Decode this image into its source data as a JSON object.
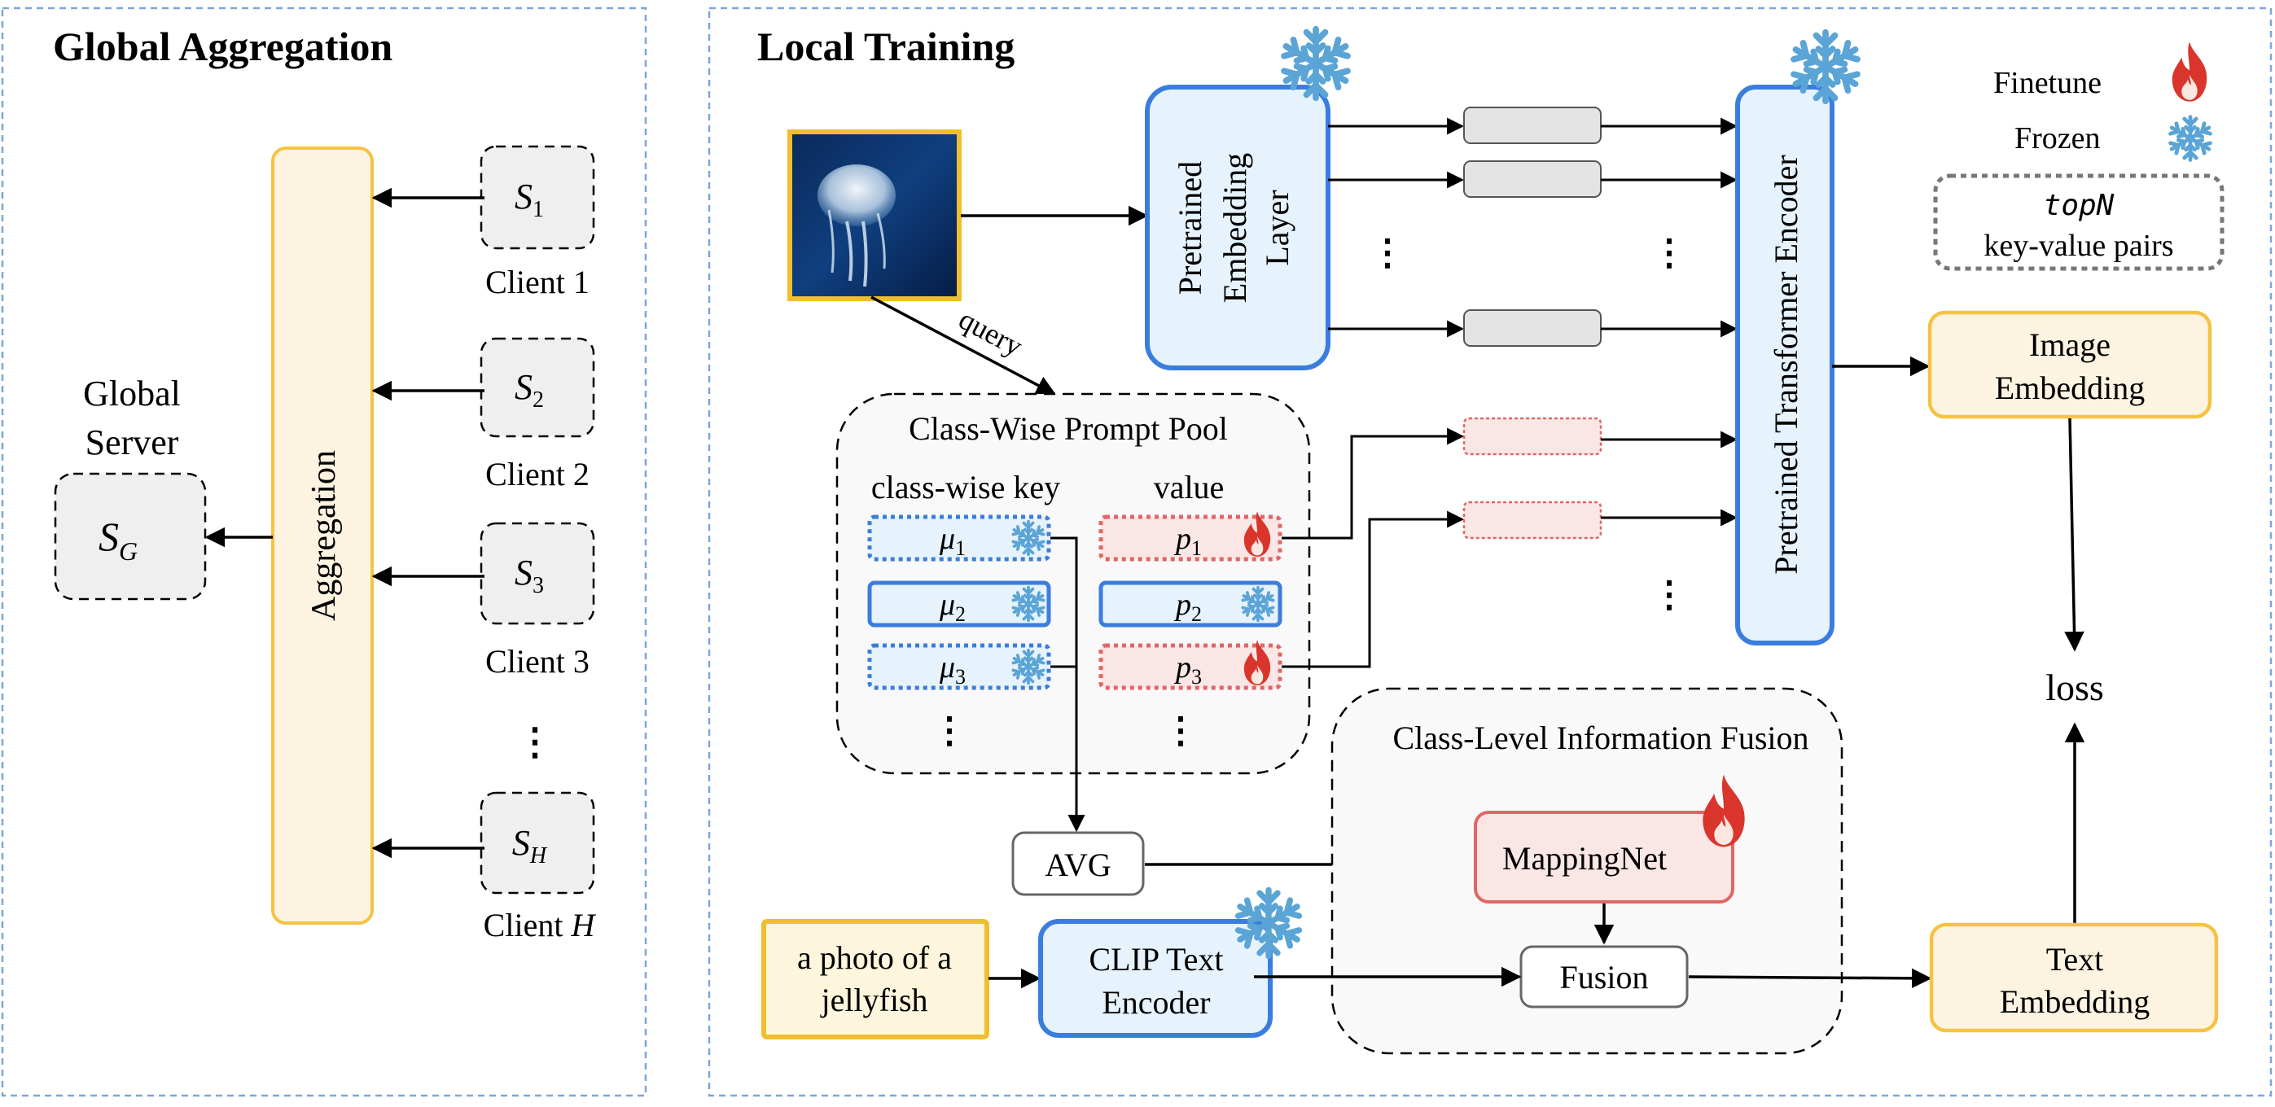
{
  "left_panel": {
    "title": "Global Aggregation",
    "global_server_label_1": "Global",
    "global_server_label_2": "Server",
    "server_symbol": "S",
    "server_subscript": "G",
    "aggregation_label": "Aggregation",
    "clients": [
      {
        "symbol": "S",
        "subscript": "1",
        "label": "Client 1"
      },
      {
        "symbol": "S",
        "subscript": "2",
        "label": "Client 2"
      },
      {
        "symbol": "S",
        "subscript": "3",
        "label": "Client 3"
      },
      {
        "symbol": "S",
        "subscript": "H",
        "label_prefix": "Client ",
        "label_italic": "H"
      }
    ],
    "ellipsis": "⋮"
  },
  "right_panel": {
    "title": "Local Training",
    "embedding_layer": [
      "Pretrained",
      "Embedding",
      "Layer"
    ],
    "encoder_label": "Pretrained Transformer Encoder",
    "query_label": "query",
    "pool_title": "Class-Wise Prompt Pool",
    "key_header": "class-wise key",
    "value_header": "value",
    "keys": [
      {
        "symbol": "μ",
        "subscript": "1",
        "state": "frozen",
        "selected": true
      },
      {
        "symbol": "μ",
        "subscript": "2",
        "state": "frozen",
        "selected": false
      },
      {
        "symbol": "μ",
        "subscript": "3",
        "state": "frozen",
        "selected": true
      }
    ],
    "values": [
      {
        "symbol": "p",
        "subscript": "1",
        "state": "finetune",
        "selected": true
      },
      {
        "symbol": "p",
        "subscript": "2",
        "state": "frozen",
        "selected": false
      },
      {
        "symbol": "p",
        "subscript": "3",
        "state": "finetune",
        "selected": true
      }
    ],
    "avg_label": "AVG",
    "fusion_group_title": "Class-Level Information Fusion",
    "mappingnet_label": "MappingNet",
    "fusion_label": "Fusion",
    "text_input": [
      "a photo of a",
      "jellyfish"
    ],
    "clip_encoder": [
      "CLIP Text",
      "Encoder"
    ],
    "image_embedding": [
      "Image",
      "Embedding"
    ],
    "text_embedding": [
      "Text",
      "Embedding"
    ],
    "loss_label": "loss",
    "ellipsis": "⋮"
  },
  "legend": {
    "finetune_label": "Finetune",
    "frozen_label": "Frozen",
    "topn_label": "topN",
    "topn_sublabel": "key-value pairs"
  },
  "colors": {
    "panel_border": "#7ea6d8",
    "frozen_blue": "#3b7ddd",
    "frozen_fill": "#e6f2fc",
    "finetune_red": "#e06666",
    "finetune_fill": "#fbe6e6",
    "aggregation_orange": "#f5c343",
    "aggregation_fill": "#fdf3e1",
    "text_input_fill": "#fdf6dc",
    "text_input_border": "#f0be2f",
    "token_gray": "#e4e4e4",
    "box_gray": "#efefef",
    "snowflake": "#5ba4d6",
    "flame_outer": "#d9352c",
    "flame_inner": "#fce6e0"
  }
}
